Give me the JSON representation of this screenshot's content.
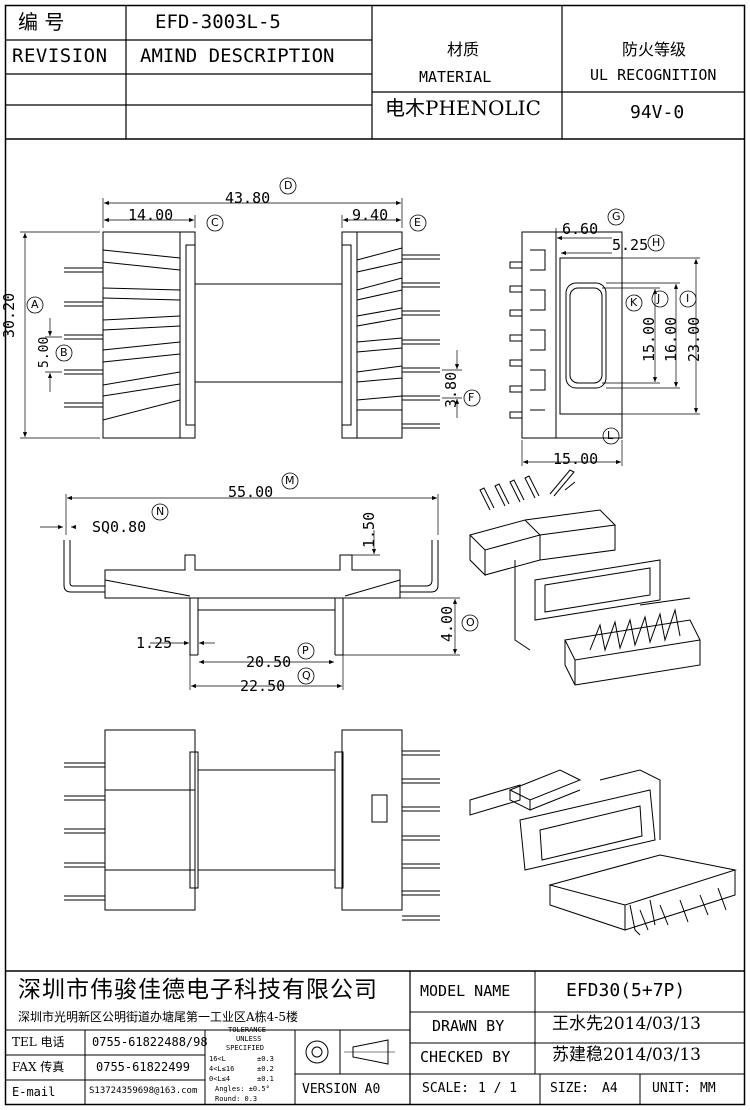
{
  "header": {
    "number_label": "编    号",
    "part_number": "EFD-3003L-5",
    "revision_label": "REVISION",
    "amind_label": "AMIND DESCRIPTION",
    "material_cn": "材质",
    "material_en": "MATERIAL",
    "material_value": "电木PHENOLIC",
    "ul_cn": "防火等级",
    "ul_en": "UL RECOGNITION",
    "ul_value": "94V-0"
  },
  "dimensions": {
    "d_43_80": "43.80",
    "d_14_00": "14.00",
    "d_9_40": "9.40",
    "d_30_20": "30.20",
    "d_5_00": "5.00",
    "d_3_80": "3.80",
    "d_6_60": "6.60",
    "d_5_25": "5.25",
    "d_15_00_v": "15.00",
    "d_16_00": "16.00",
    "d_23_00": "23.00",
    "d_15_00_h": "15.00",
    "d_55_00": "55.00",
    "sq": "SQ0.80",
    "d_1_50": "1.50",
    "d_4_00": "4.00",
    "d_1_25": "1.25",
    "d_20_50": "20.50",
    "d_22_50": "22.50"
  },
  "markers": {
    "A": "A",
    "B": "B",
    "C": "C",
    "D": "D",
    "E": "E",
    "F": "F",
    "G": "G",
    "H": "H",
    "I": "I",
    "J": "J",
    "K": "K",
    "L": "L",
    "M": "M",
    "N": "N",
    "O": "O",
    "P": "P",
    "Q": "Q"
  },
  "title_block": {
    "company": "深圳市伟骏佳德电子科技有限公司",
    "address": "深圳市光明新区公明街道办塘尾第一工业区A栋4-5楼",
    "tel_label": "TEL 电话",
    "tel_value": "0755-61822488/98",
    "fax_label": "FAX 传真",
    "fax_value": "0755-61822499",
    "email_label": "E-mail",
    "email_value": "S13724359698@163.com",
    "tolerance_title": "TOLERANCE",
    "tolerance_unless": "UNLESS",
    "tolerance_specified": "SPECIFIED",
    "tol_1_range": "16<L",
    "tol_1_value": "±0.3",
    "tol_2_range": "4<L≤16",
    "tol_2_value": "±0.2",
    "tol_3_range": "0<L≤4",
    "tol_3_value": "±0.1",
    "tol_angles": "Angles: ±0.5°",
    "tol_round": "Round: 0.3",
    "version": "VERSION A0",
    "model_label": "MODEL NAME",
    "model_value": "EFD30(5+7P)",
    "drawn_label": "DRAWN BY",
    "drawn_value": "王水先2014/03/13",
    "checked_label": "CHECKED BY",
    "checked_value": "苏建稳2014/03/13",
    "scale_label": "SCALE:",
    "scale_value": "1 / 1",
    "size_label": "SIZE:",
    "size_value": "A4",
    "unit_label": "UNIT:",
    "unit_value": "MM"
  }
}
